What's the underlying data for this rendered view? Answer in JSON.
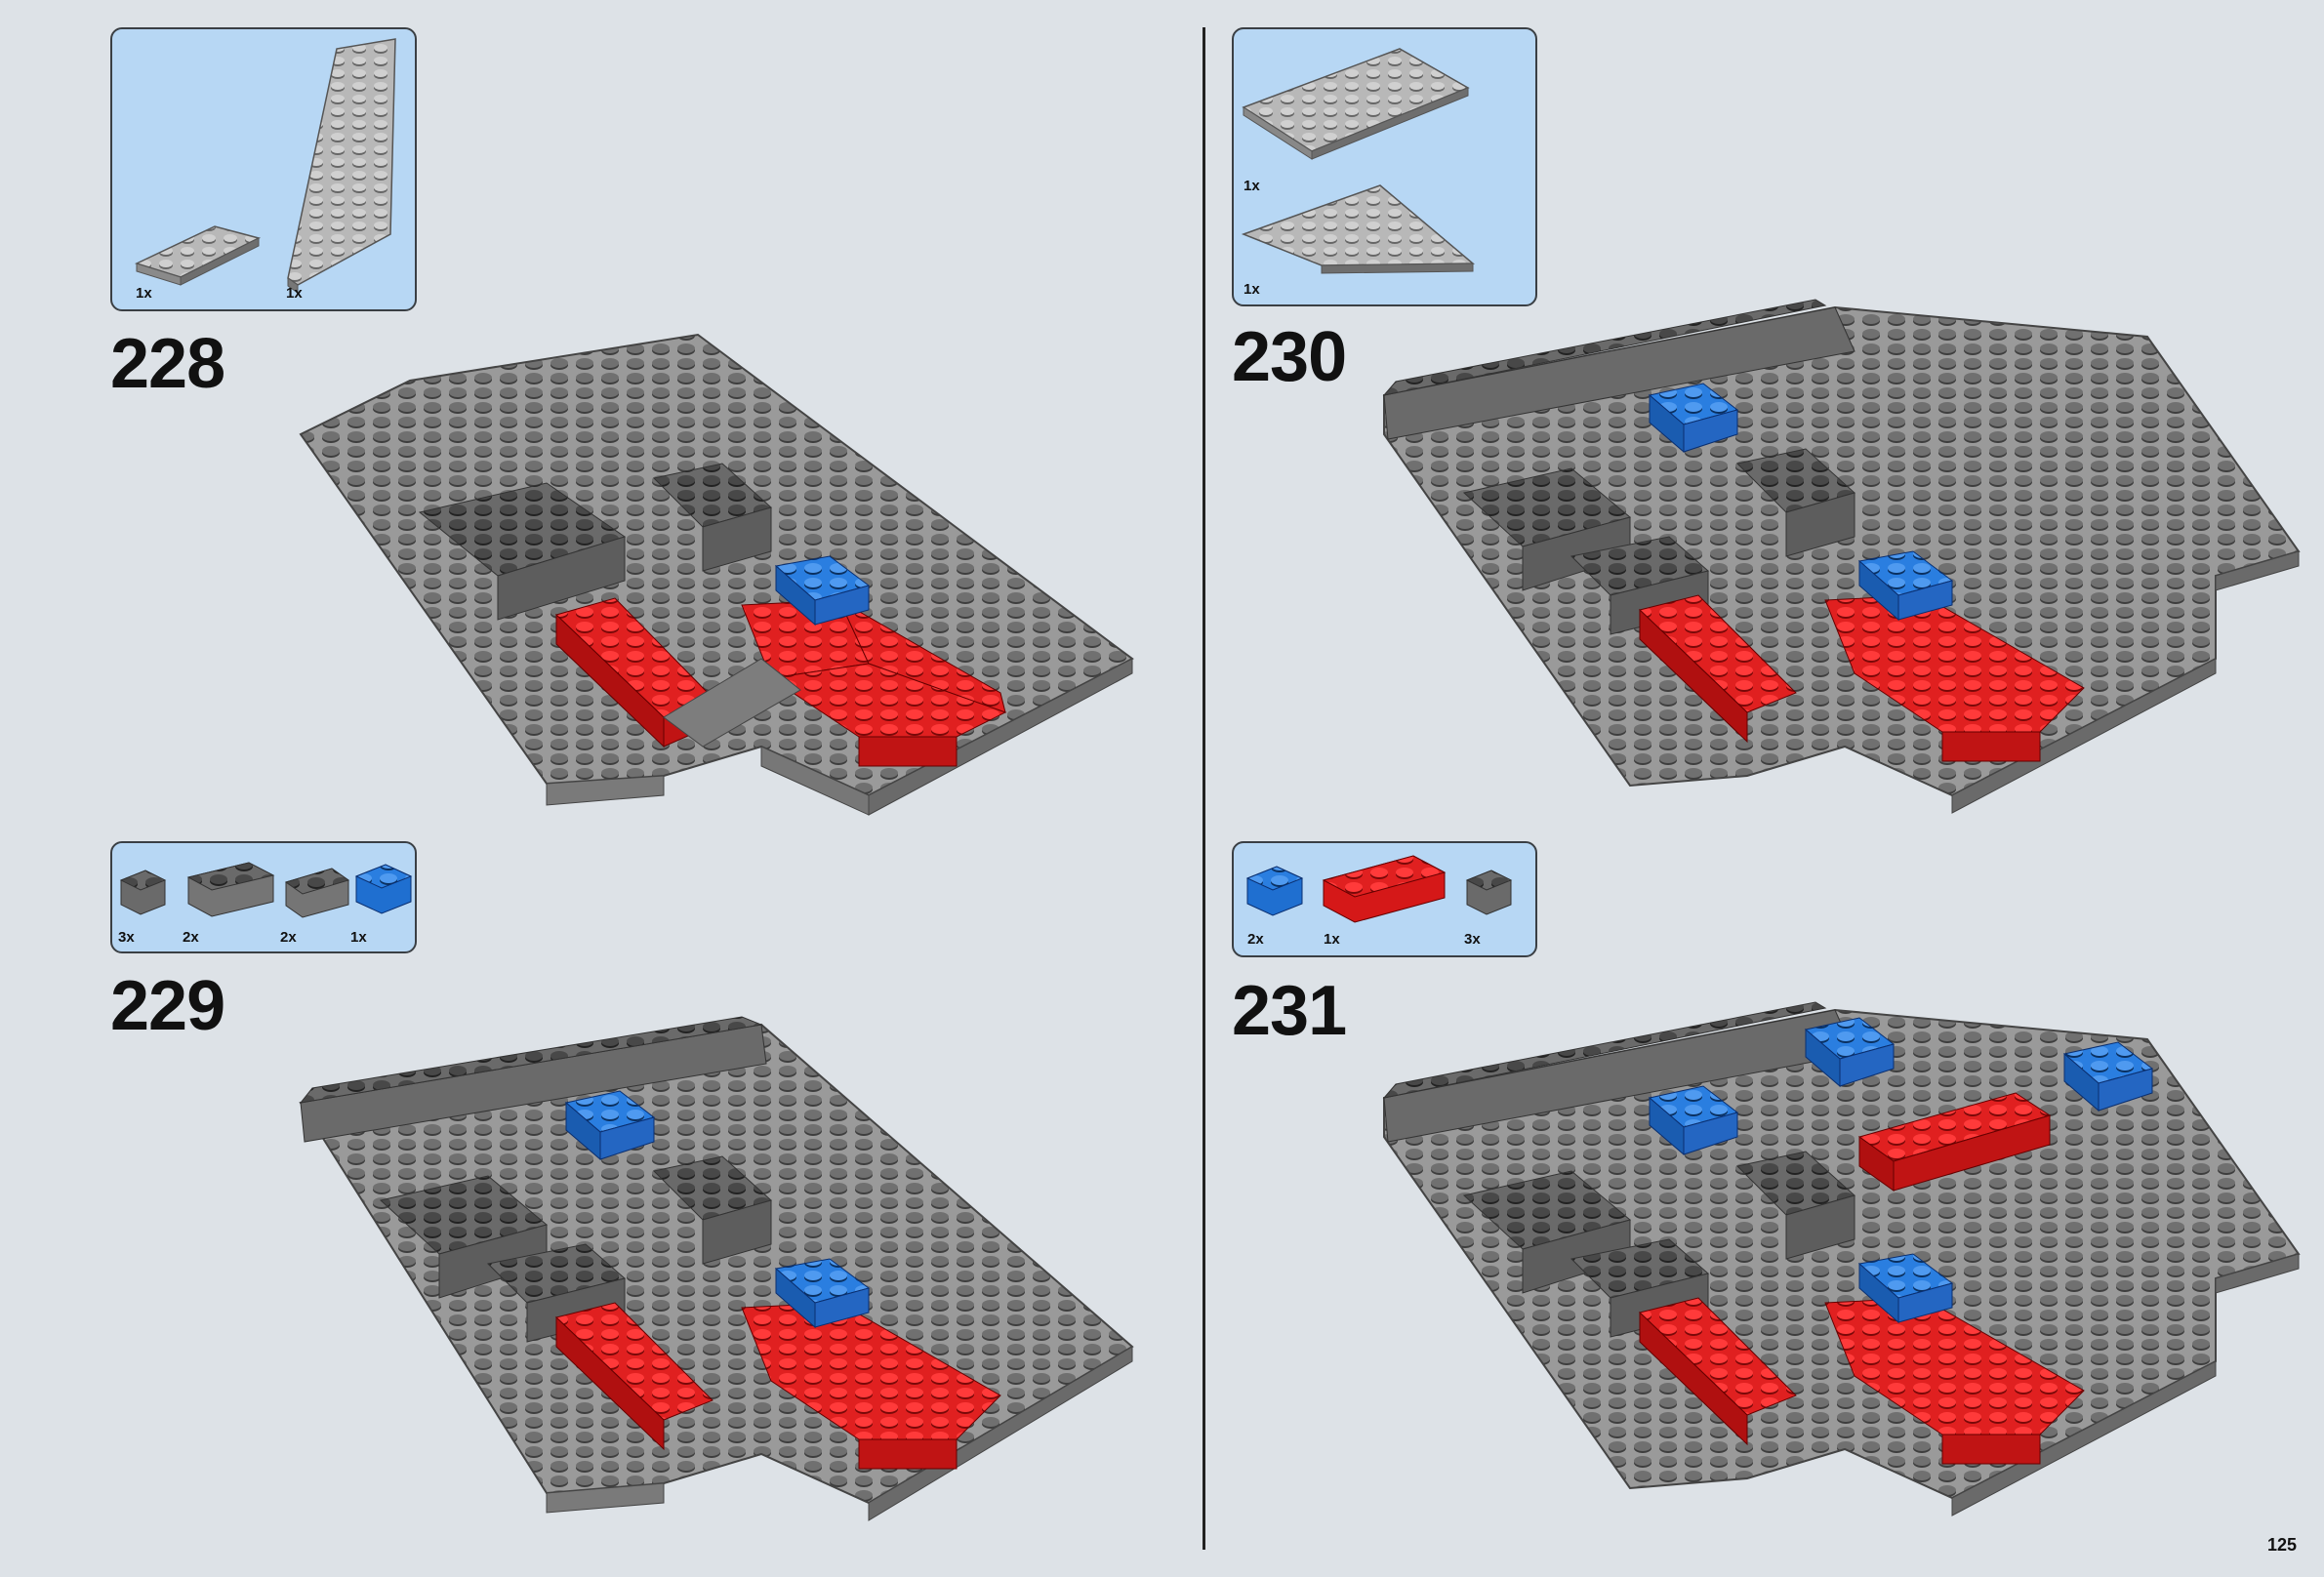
{
  "page_number": "125",
  "steps": [
    {
      "number": "228",
      "parts": [
        {
          "qty": "1x",
          "part": "plate-gray-2x6"
        },
        {
          "qty": "1x",
          "part": "wedge-plate-gray"
        }
      ]
    },
    {
      "number": "229",
      "parts": [
        {
          "qty": "3x",
          "part": "brick-corner-dark-gray"
        },
        {
          "qty": "2x",
          "part": "brick-gray-2x4"
        },
        {
          "qty": "2x",
          "part": "brick-gray-2x3"
        },
        {
          "qty": "1x",
          "part": "brick-blue-2x2"
        }
      ]
    },
    {
      "number": "230",
      "parts": [
        {
          "qty": "1x",
          "part": "plate-gray-6x8"
        },
        {
          "qty": "1x",
          "part": "wedge-plate-gray-large"
        }
      ]
    },
    {
      "number": "231",
      "parts": [
        {
          "qty": "2x",
          "part": "brick-blue-2x2"
        },
        {
          "qty": "1x",
          "part": "brick-red-2x6"
        },
        {
          "qty": "3x",
          "part": "brick-corner-dark-gray"
        }
      ]
    }
  ],
  "colors": {
    "background": "#dde2e7",
    "callout_fill": "#b7d7f4",
    "plate_gray": "#9a9a9a",
    "dark_gray": "#5d5d5d",
    "red": "#d51818",
    "blue": "#1f6fd0"
  }
}
